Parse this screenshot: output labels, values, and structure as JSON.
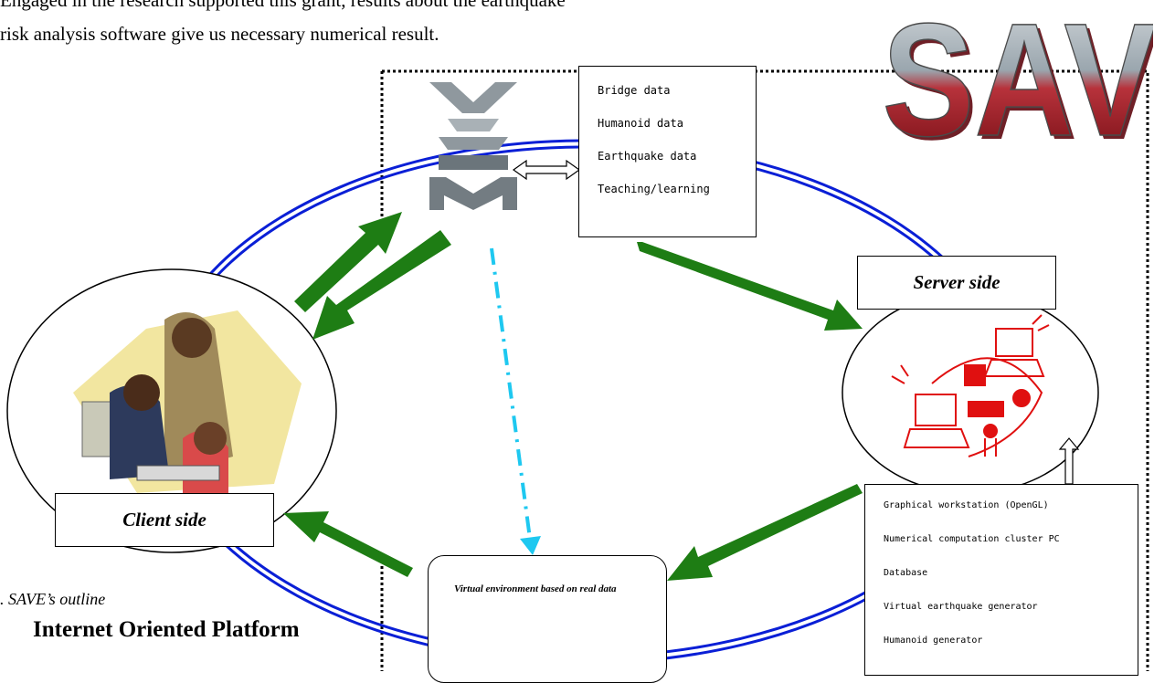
{
  "body_text": {
    "line1": "Engaged in the research supported this grant, results about the earthquake",
    "line2": "risk analysis software give us necessary numerical result."
  },
  "logo": {
    "text": "SAVE"
  },
  "data_box": {
    "items": [
      "Bridge data",
      "Humanoid data",
      "Earthquake data",
      "Teaching/learning"
    ]
  },
  "server": {
    "label": "Server side"
  },
  "client": {
    "label": "Client side"
  },
  "resources_box": {
    "items": [
      "Graphical workstation (OpenGL)",
      "Numerical computation cluster PC",
      "Database",
      "Virtual earthquake generator",
      "Humanoid generator"
    ]
  },
  "virtual_env": {
    "text": "Virtual environment based on real data"
  },
  "caption": ". SAVE’s outline",
  "section_heading": "Internet Oriented Platform",
  "colors": {
    "ring": "#0a1fd6",
    "arrow_green": "#1e7d14",
    "arrow_cyan": "#1ec8f0",
    "logo_red": "#c0141e",
    "logo_gray": "#7a8a94",
    "icon_red": "#e01010"
  }
}
